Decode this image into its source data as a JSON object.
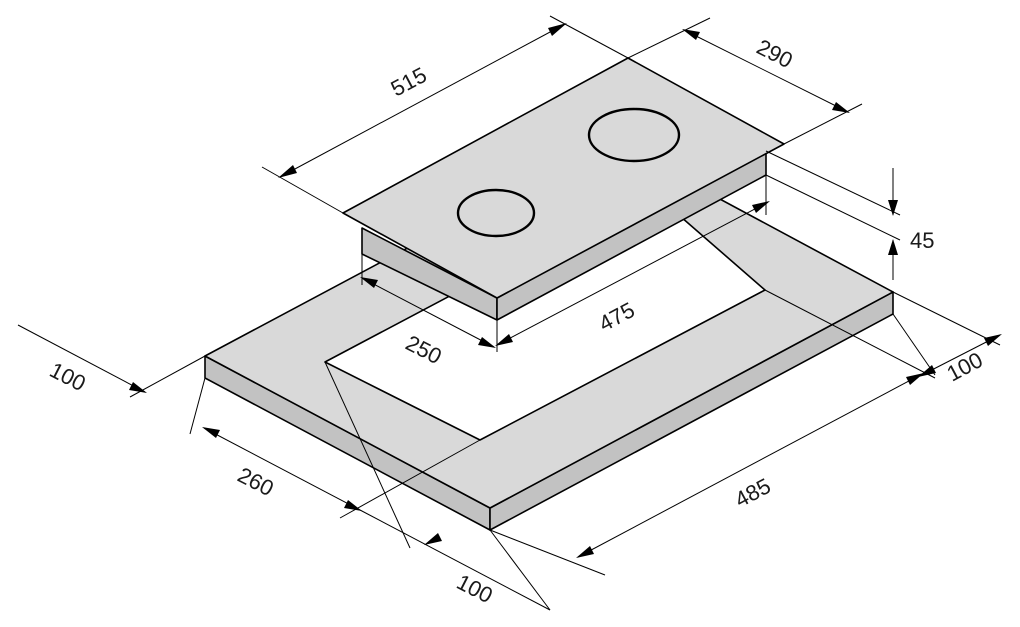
{
  "dimensions": {
    "hob_length": "515",
    "hob_width": "290",
    "hob_height": "45",
    "cutout_length": "475",
    "cutout_width": "250",
    "margin_back": "100",
    "margin_left": "100",
    "margin_front": "100",
    "counter_depth": "260",
    "counter_length": "485"
  }
}
